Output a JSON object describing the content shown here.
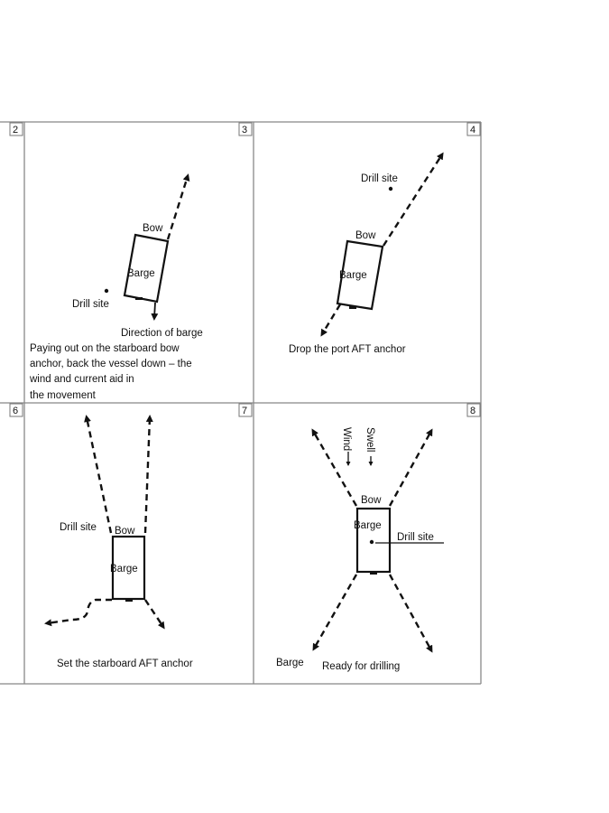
{
  "panels": {
    "p2": {
      "number": "2"
    },
    "p3": {
      "number": "3",
      "bow": "Bow",
      "barge": "Barge",
      "drill_site": "Drill site",
      "direction": "Direction of barge",
      "caption": [
        "Paying out on the starboard bow",
        "anchor, back the vessel down – the",
        "wind and current aid in",
        "the movement"
      ]
    },
    "p4": {
      "number": "4",
      "drill_site": "Drill site",
      "bow": "Bow",
      "barge": "Barge",
      "caption": "Drop the port AFT anchor"
    },
    "p6": {
      "number": "6"
    },
    "p7": {
      "number": "7",
      "drill_site": "Drill site",
      "bow": "Bow",
      "barge": "Barge",
      "caption": "Set the starboard AFT anchor"
    },
    "p8": {
      "number": "8",
      "wind": "Wind",
      "swell": "Swell",
      "bow": "Bow",
      "barge": "Barge",
      "drill_site": "Drill site",
      "barge_label": "Barge",
      "caption": "Ready for drilling"
    }
  }
}
